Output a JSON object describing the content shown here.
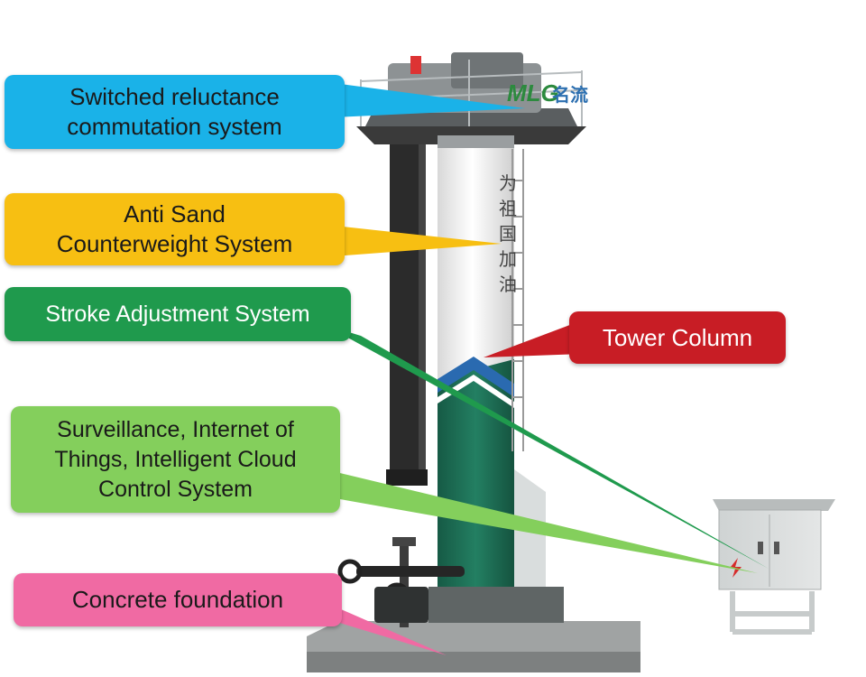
{
  "colors": {
    "blue": "#1ab2e8",
    "yellow": "#f7bf12",
    "green_dark": "#1f9a4d",
    "green_light": "#84cf5c",
    "pink": "#f06aa3",
    "red": "#c81d25",
    "tower_green": "#1d6f56",
    "tower_white": "#f2f2f2",
    "chevron_blue": "#2a6ab0"
  },
  "callouts": {
    "switched": "Switched reluctance\ncommutation system",
    "antisand": "Anti Sand\nCounterweight System",
    "stroke": "Stroke Adjustment  System",
    "surveillance": "Surveillance, Internet of\nThings, Intelligent  Cloud\nControl System",
    "concrete": "Concrete foundation",
    "tower": "Tower Column"
  },
  "tower_text": {
    "logo": "MLG",
    "logo_cn": "名流",
    "vertical_cn": [
      "为",
      "祖",
      "国",
      "加",
      "油"
    ]
  }
}
